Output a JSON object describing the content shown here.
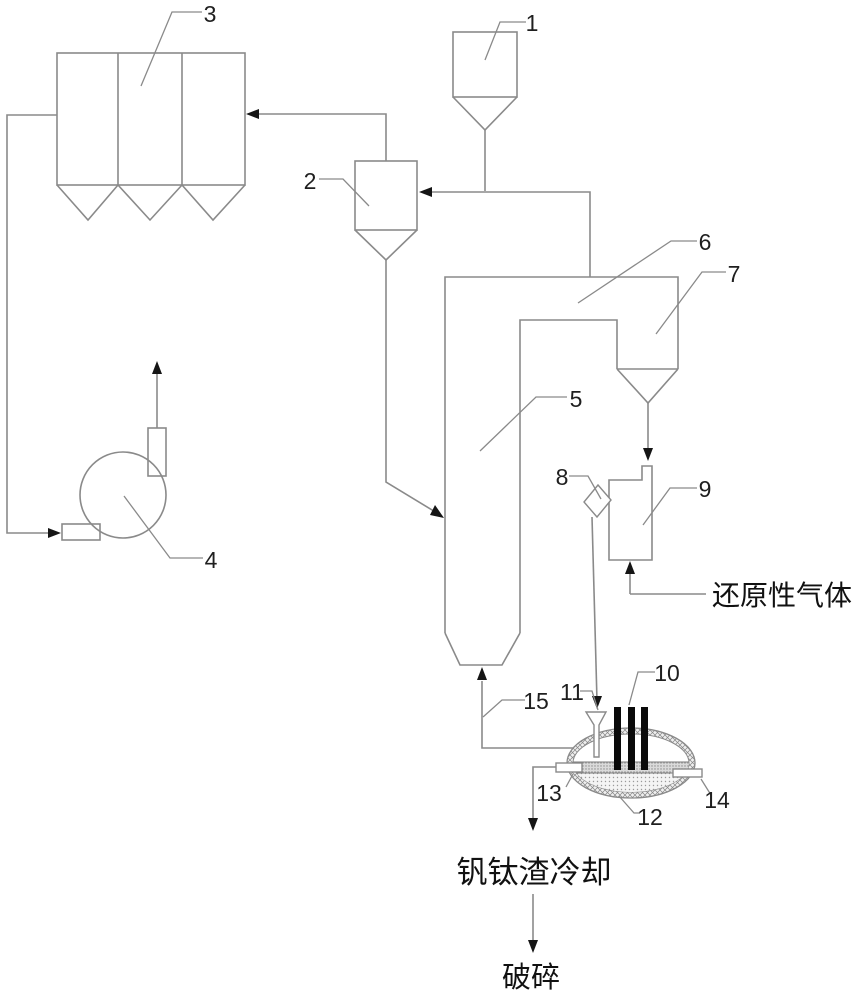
{
  "figure": {
    "kind": "patent process flow diagram",
    "component_labels": {
      "c1": "1",
      "c2": "2",
      "c3": "3",
      "c4": "4",
      "c5": "5",
      "c6": "6",
      "c7": "7",
      "c8": "8",
      "c9": "9",
      "c10": "10",
      "c11": "11",
      "c12": "12",
      "c13": "13",
      "c14": "14",
      "c15": "15"
    },
    "annotations": {
      "reducing_gas": "还原性气体",
      "slag_cooling": "钒钛渣冷却",
      "crushing": "破碎"
    }
  },
  "colors": {
    "background": "#ffffff",
    "line": "#8a8a8a",
    "label": "#1f1f1f",
    "arrowhead": "#151515",
    "electrode": "#0a0a0a"
  }
}
